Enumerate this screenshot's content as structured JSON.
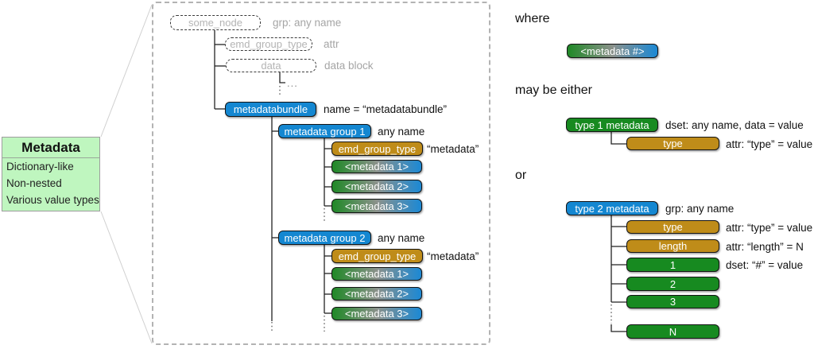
{
  "colors": {
    "blue": "#1487d1",
    "gold": "#bf8c19",
    "green": "#178a20",
    "gradL": "#23892a",
    "gradM": "#8b918b",
    "gradR": "#2089d2",
    "panel": "#bff6bf"
  },
  "panel": {
    "title": "Metadata",
    "features": [
      "Dictionary-like",
      "Non-nested",
      "Various value types"
    ]
  },
  "tree": {
    "some_node": {
      "label": "some_node",
      "note": "grp: any name"
    },
    "emd_group_type": {
      "label": "emd_group_type",
      "note": "attr"
    },
    "data": {
      "label": "data",
      "note": "data block"
    },
    "more_dots": "...",
    "metadatabundle": {
      "label": "metadatabundle",
      "note": "name = “metadatabundle”"
    },
    "group1": {
      "label": "metadata group 1",
      "note": "any name",
      "emd": {
        "label": "emd_group_type",
        "note": "“metadata”"
      },
      "children": [
        "<metadata 1>",
        "<metadata 2>",
        "<metadata 3>"
      ]
    },
    "group2": {
      "label": "metadata group 2",
      "note": "any name",
      "emd": {
        "label": "emd_group_type",
        "note": "“metadata”"
      },
      "children": [
        "<metadata 1>",
        "<metadata 2>",
        "<metadata 3>"
      ]
    }
  },
  "legend": {
    "where": "where",
    "metadata_any": "<metadata #>",
    "may_be_either": "may be either",
    "or": "or",
    "type1": {
      "label": "type 1 metadata",
      "note": "dset: any name, data = value",
      "type_attr": {
        "label": "type",
        "note": "attr: “type” = value"
      }
    },
    "type2": {
      "label": "type 2 metadata",
      "note": "grp: any name",
      "children": [
        {
          "label": "type",
          "note": "attr: “type” = value"
        },
        {
          "label": "length",
          "note": "attr: “length” = N"
        },
        {
          "label": "1",
          "note": "dset: “#” = value"
        },
        {
          "label": "2"
        },
        {
          "label": "3"
        },
        {
          "label": "N"
        }
      ]
    }
  }
}
